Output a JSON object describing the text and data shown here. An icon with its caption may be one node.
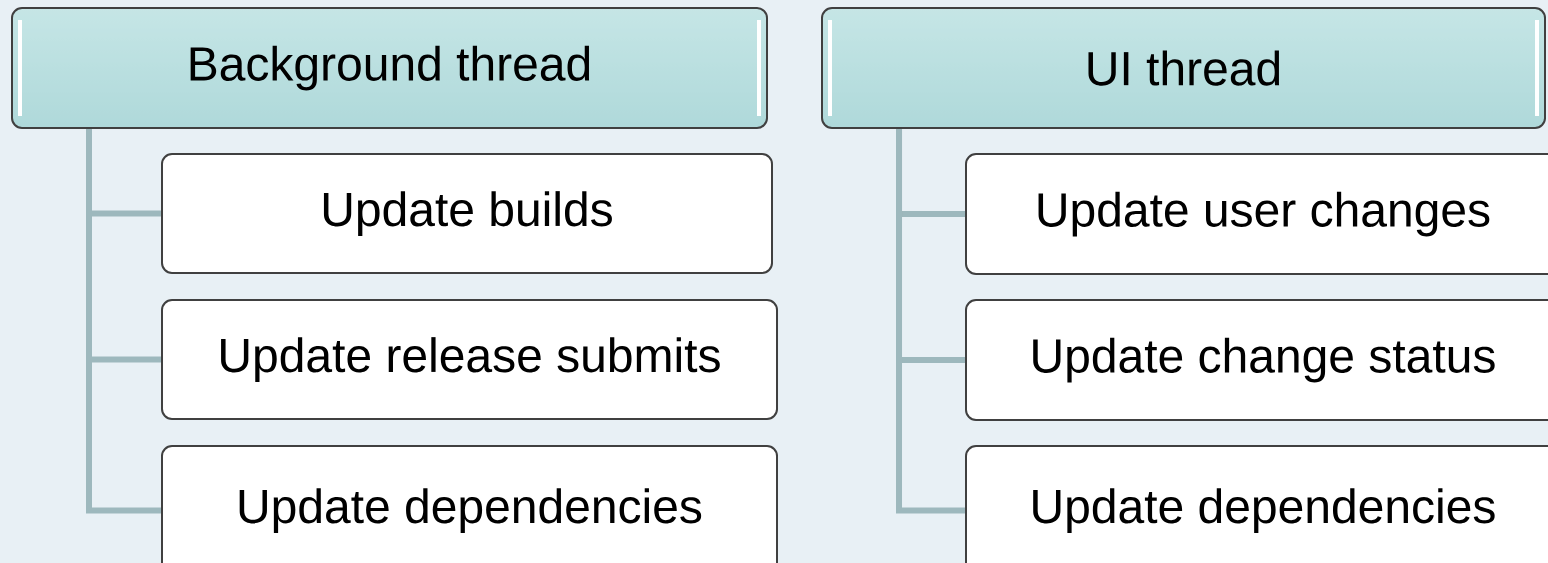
{
  "diagram": {
    "nodes": [
      {
        "text": [
          "Background thread"
        ]
      },
      {
        "text": [
          "Update builds"
        ]
      },
      {
        "text": [
          "Update release submits"
        ]
      },
      {
        "text": [
          "Update dependencies"
        ]
      },
      {
        "text": [
          "UI thread"
        ]
      },
      {
        "text": [
          "Update user changes"
        ]
      },
      {
        "text": [
          "Update change status"
        ]
      },
      {
        "text": [
          "Update dependencies"
        ]
      }
    ],
    "edges": [
      {
        "from": 0,
        "to": 1,
        "arrow": "none"
      },
      {
        "from": 0,
        "to": 2,
        "arrow": "none"
      },
      {
        "from": 0,
        "to": 3,
        "arrow": "none"
      },
      {
        "from": 4,
        "to": 5,
        "arrow": "none"
      },
      {
        "from": 4,
        "to": 6,
        "arrow": "none"
      },
      {
        "from": 4,
        "to": 7,
        "arrow": "none"
      }
    ]
  }
}
